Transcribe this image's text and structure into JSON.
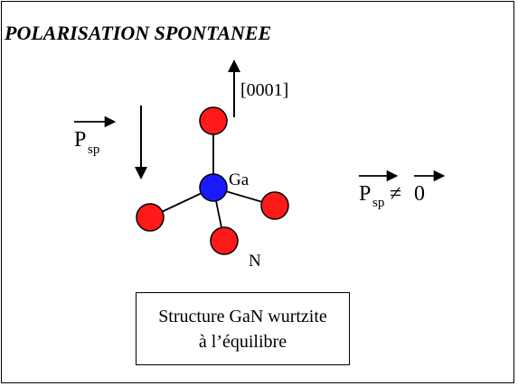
{
  "title": "POLARISATION SPONTANEE",
  "direction_label": "[0001]",
  "vector_left": {
    "main": "P",
    "subscript": "sp"
  },
  "vector_right": {
    "main": "P",
    "subscript": "sp",
    "relation": "≠",
    "zero": "0"
  },
  "atoms": {
    "center_label": "Ga",
    "ligand_label": "N"
  },
  "caption": {
    "line1": "Structure GaN wurtzite",
    "line2": "à l’équilibre"
  },
  "colors": {
    "gallium": "#1a1aff",
    "nitrogen": "#ff1a1a",
    "outline": "#000000"
  }
}
